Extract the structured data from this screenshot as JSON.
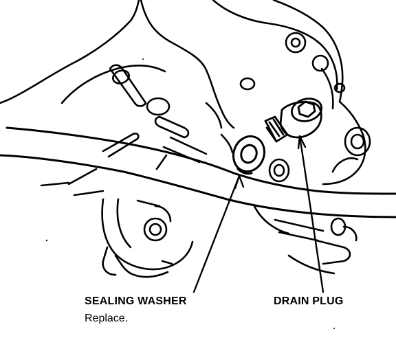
{
  "labels": {
    "sealing_washer": "SEALING WASHER",
    "sealing_washer_note": "Replace.",
    "drain_plug": "DRAIN PLUG"
  },
  "colors": {
    "ink": "#000000",
    "paper": "#ffffff"
  }
}
